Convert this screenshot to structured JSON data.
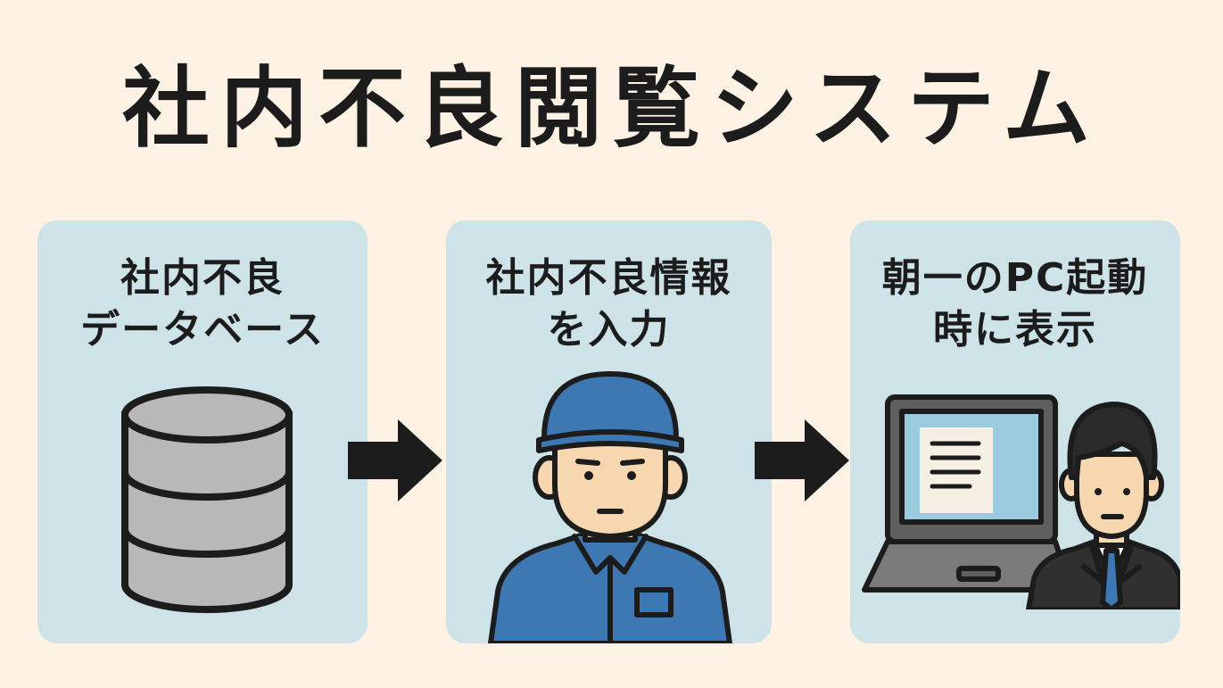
{
  "title": "社内不良閲覧システム",
  "steps": [
    {
      "line1": "社内不良",
      "line2": "データベース",
      "icon": "database-icon"
    },
    {
      "line1": "社内不良情報",
      "line2": "を入力",
      "icon": "worker-icon"
    },
    {
      "line1": "朝一のPC起動",
      "line2": "時に表示",
      "icon": "laptop-and-office-worker-icon"
    }
  ],
  "arrows": [
    "right-arrow",
    "right-arrow"
  ],
  "colors": {
    "background": "#fdf2e3",
    "panel": "#cde3e7",
    "text": "#1c1c1c",
    "uniform_blue": "#3d78b3",
    "database_gray": "#b8b8b8"
  }
}
